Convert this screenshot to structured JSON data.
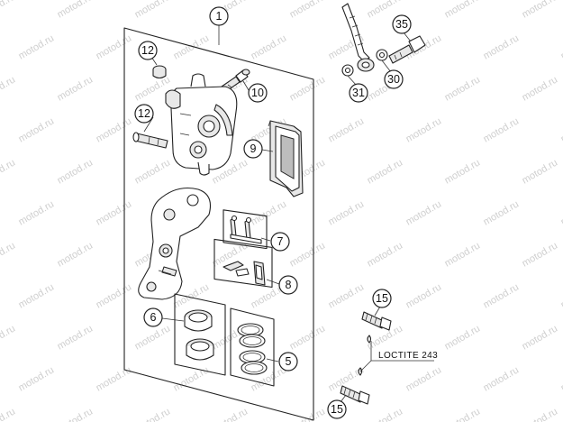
{
  "watermark": "motod.ru",
  "callouts": [
    {
      "id": "1",
      "label": "1"
    },
    {
      "id": "12a",
      "label": "12"
    },
    {
      "id": "10",
      "label": "10"
    },
    {
      "id": "12b",
      "label": "12"
    },
    {
      "id": "9",
      "label": "9"
    },
    {
      "id": "7",
      "label": "7"
    },
    {
      "id": "8",
      "label": "8"
    },
    {
      "id": "6",
      "label": "6"
    },
    {
      "id": "5",
      "label": "5"
    },
    {
      "id": "35",
      "label": "35"
    },
    {
      "id": "31",
      "label": "31"
    },
    {
      "id": "30",
      "label": "30"
    },
    {
      "id": "15a",
      "label": "15"
    },
    {
      "id": "15b",
      "label": "15"
    }
  ],
  "note": {
    "text": "LOCTITE 243"
  }
}
